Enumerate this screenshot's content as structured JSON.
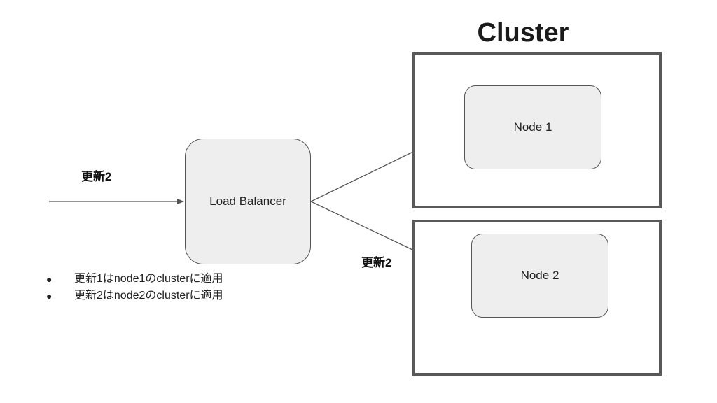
{
  "diagram": {
    "title": "Cluster",
    "load_balancer": {
      "label": "Load Balancer"
    },
    "nodes": [
      {
        "label": "Node 1"
      },
      {
        "label": "Node 2"
      }
    ],
    "edge_labels": {
      "incoming": "更新2",
      "to_node": "更新2"
    },
    "notes": [
      "更新1はnode1のclusterに適用",
      "更新2はnode2のclusterに適用"
    ],
    "colors": {
      "box_fill": "#eeeeee",
      "box_border": "#555555",
      "cluster_border": "#595959",
      "arrow": "#555555"
    }
  }
}
